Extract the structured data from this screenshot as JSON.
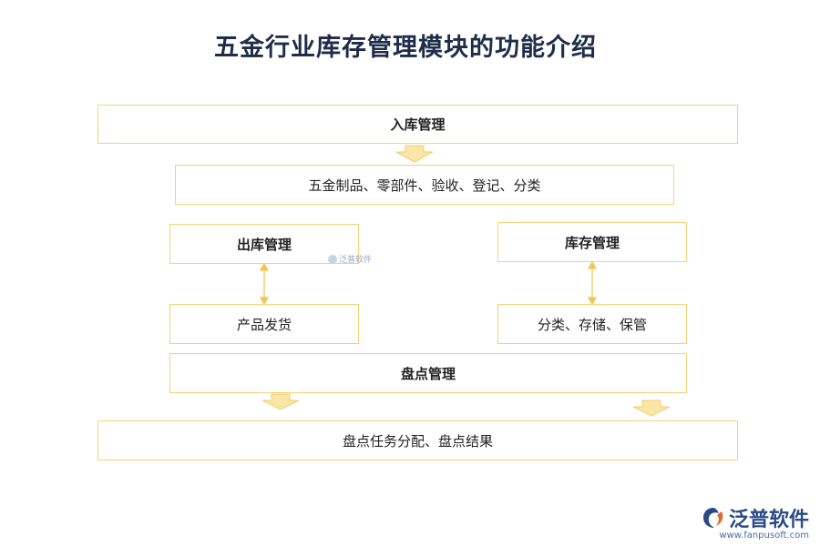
{
  "title": "五金行业库存管理模块的功能介绍",
  "nodes": {
    "inbound": "入库管理",
    "inbound_detail": "五金制品、零部件、验收、登记、分类",
    "outbound": "出库管理",
    "inventory": "库存管理",
    "outbound_detail": "产品发货",
    "inventory_detail": "分类、存储、保管",
    "stocktake": "盘点管理",
    "stocktake_detail": "盘点任务分配、盘点结果"
  },
  "watermark": "泛普软件",
  "logo": {
    "name": "泛普软件",
    "url": "www.fanpusoft.com"
  },
  "colors": {
    "border": "#f3d37a",
    "arrow_fill": "#fbe6a6",
    "connector": "#f2c75a",
    "title": "#1f2d4a",
    "logo": "#2a4a86"
  }
}
